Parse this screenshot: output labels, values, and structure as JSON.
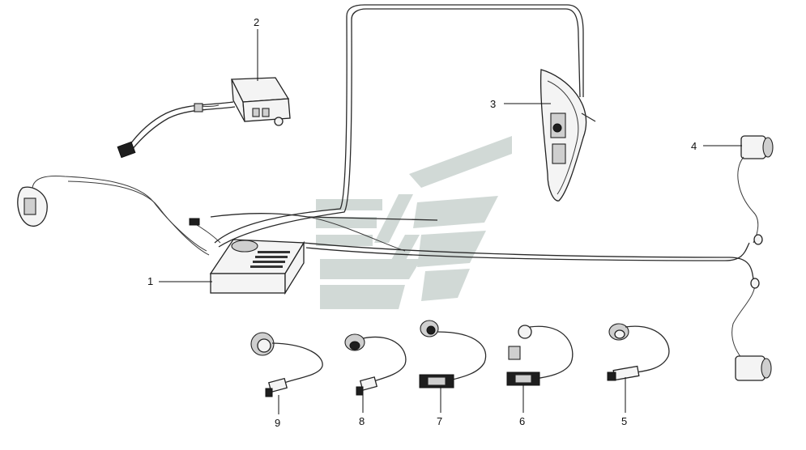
{
  "callouts": [
    {
      "id": "1",
      "label": "1"
    },
    {
      "id": "2",
      "label": "2"
    },
    {
      "id": "3",
      "label": "3"
    },
    {
      "id": "4",
      "label": "4"
    },
    {
      "id": "5",
      "label": "5"
    },
    {
      "id": "6",
      "label": "6"
    },
    {
      "id": "7",
      "label": "7"
    },
    {
      "id": "8",
      "label": "8"
    },
    {
      "id": "9",
      "label": "9"
    }
  ],
  "watermark": {
    "color": "#c9d3d0"
  },
  "colors": {
    "line": "#2a2a2a",
    "background": "#ffffff"
  }
}
